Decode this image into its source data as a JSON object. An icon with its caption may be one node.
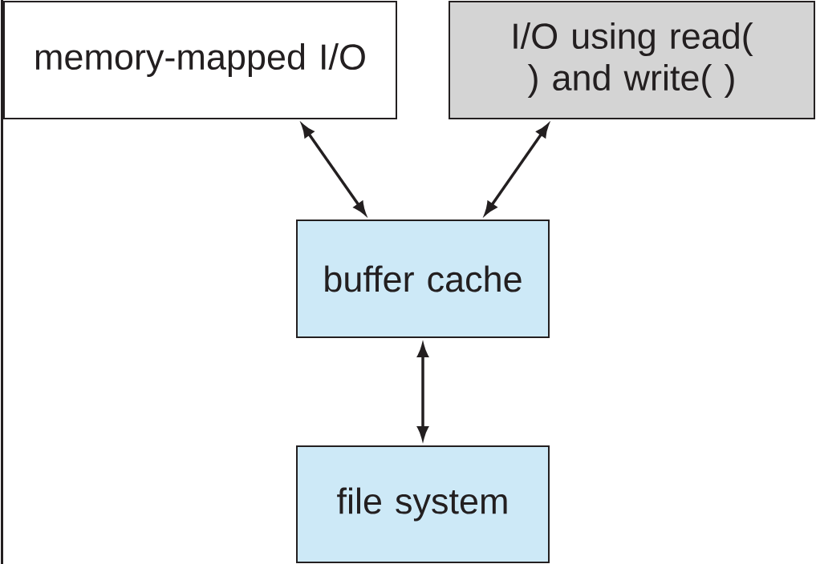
{
  "diagram": {
    "nodes": [
      {
        "text": [
          "memory-mapped I/O"
        ]
      },
      {
        "text": [
          "I/O using read( ) and write( )"
        ]
      },
      {
        "text": [
          "buffer cache"
        ]
      },
      {
        "text": [
          "file system"
        ]
      }
    ],
    "edges": [
      {
        "from": 0,
        "to": 2,
        "arrow": "both"
      },
      {
        "from": 1,
        "to": 2,
        "arrow": "both"
      },
      {
        "from": 2,
        "to": 3,
        "arrow": "both"
      }
    ]
  }
}
